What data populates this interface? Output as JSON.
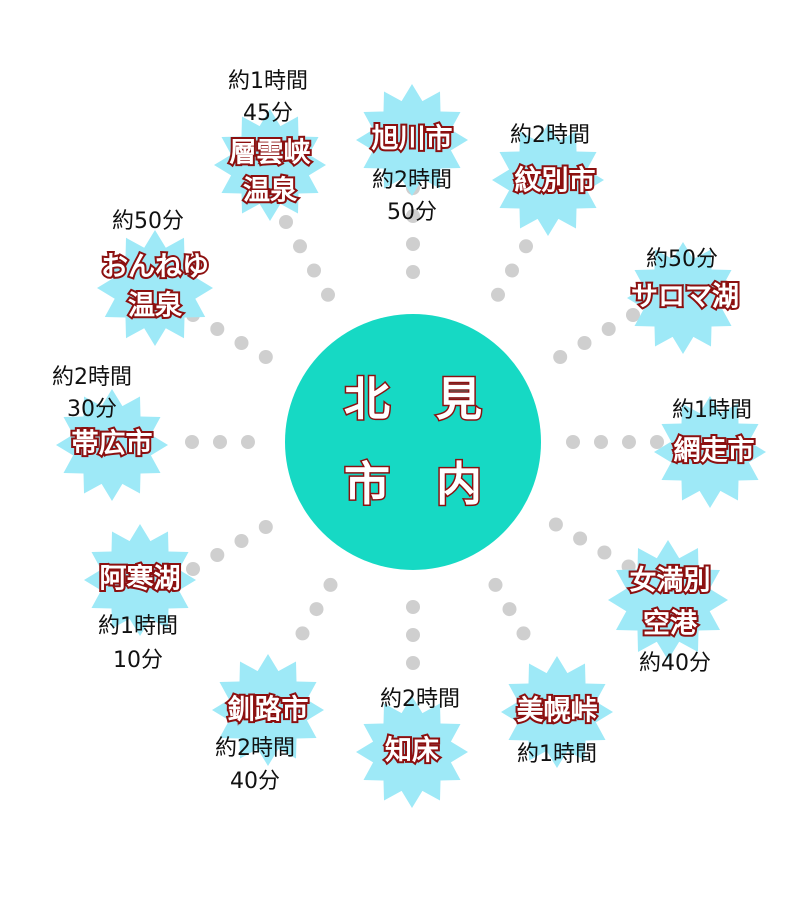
{
  "center": {
    "line1": "北　見",
    "line2": "市　内",
    "color": "#16d9c4"
  },
  "colors": {
    "star": "#9ee9f7",
    "dots": "#cfcfcf",
    "name_fill": "#ffffff",
    "name_outline": "#8c1010",
    "time_text": "#111111"
  },
  "destinations": [
    {
      "id": "asahikawa",
      "name": [
        "旭川市"
      ],
      "time": [
        "約2時間",
        "50分"
      ]
    },
    {
      "id": "monbetsu",
      "name": [
        "紋別市"
      ],
      "time": [
        "約2時間"
      ]
    },
    {
      "id": "saroma",
      "name": [
        "サロマ湖"
      ],
      "time": [
        "約50分"
      ]
    },
    {
      "id": "abashiri",
      "name": [
        "網走市"
      ],
      "time": [
        "約1時間"
      ]
    },
    {
      "id": "memanbetsu-airport",
      "name": [
        "女満別",
        "空港"
      ],
      "time": [
        "約40分"
      ]
    },
    {
      "id": "bihoro-pass",
      "name": [
        "美幌峠"
      ],
      "time": [
        "約1時間"
      ]
    },
    {
      "id": "shiretoko",
      "name": [
        "知床"
      ],
      "time": [
        "約2時間"
      ]
    },
    {
      "id": "kushiro",
      "name": [
        "釧路市"
      ],
      "time": [
        "約2時間",
        "40分"
      ]
    },
    {
      "id": "akan-lake",
      "name": [
        "阿寒湖"
      ],
      "time": [
        "約1時間",
        "10分"
      ]
    },
    {
      "id": "obihiro",
      "name": [
        "帯広市"
      ],
      "time": [
        "約2時間",
        "30分"
      ]
    },
    {
      "id": "onneyu",
      "name": [
        "おんねゆ",
        "温泉"
      ],
      "time": [
        "約50分"
      ]
    },
    {
      "id": "sounkyo",
      "name": [
        "層雲峡",
        "温泉"
      ],
      "time": [
        "約1時間",
        "45分"
      ]
    }
  ]
}
